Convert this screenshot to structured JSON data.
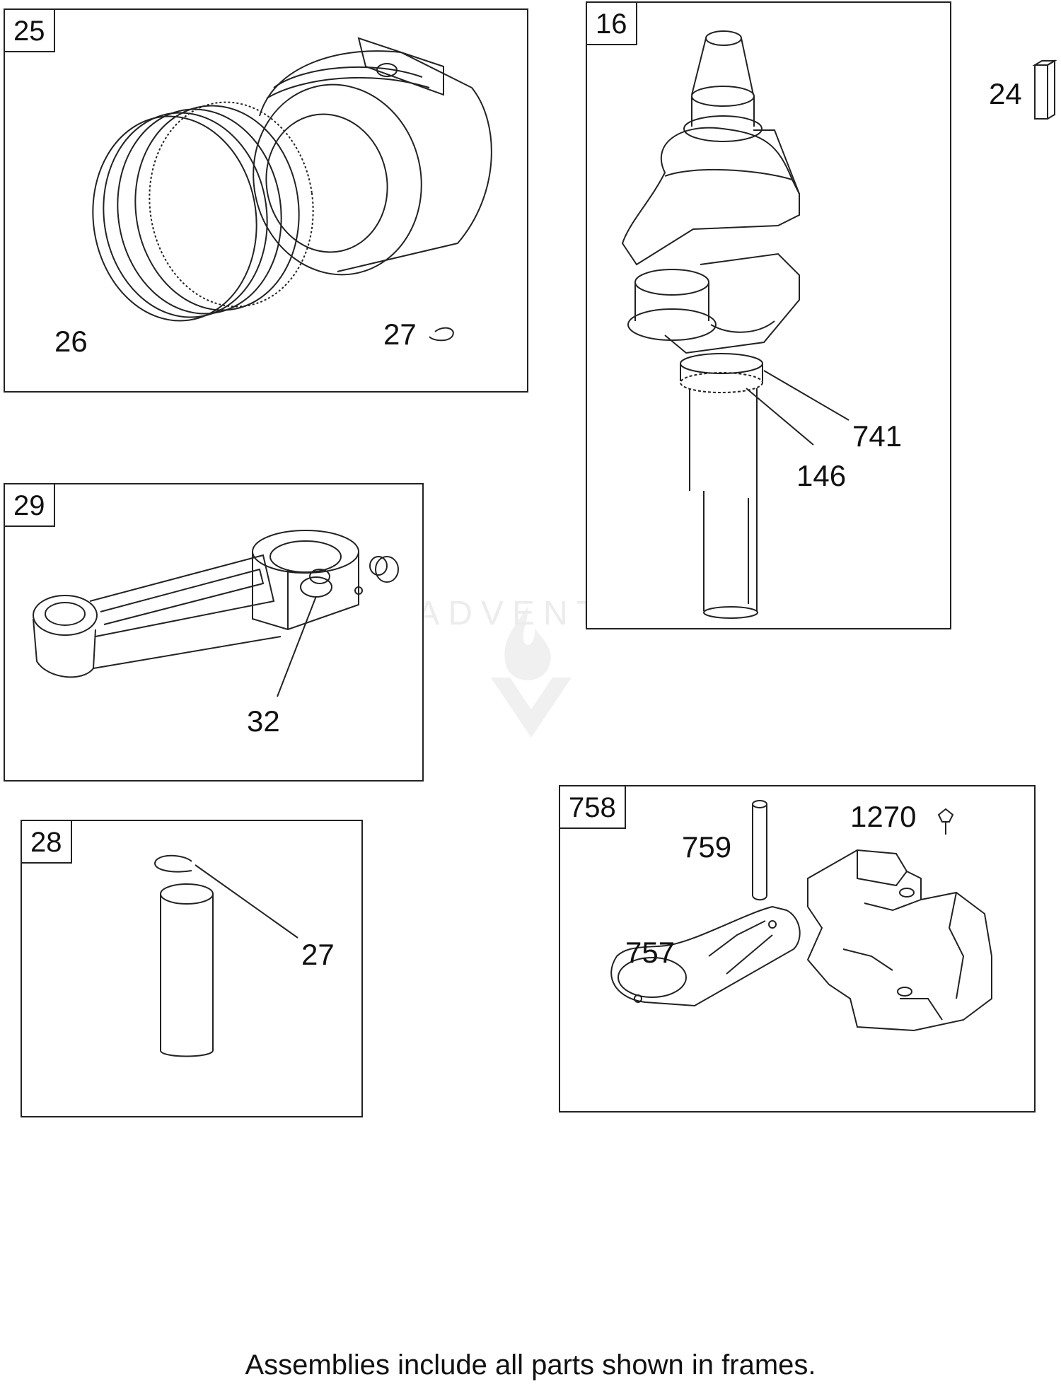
{
  "frames": {
    "piston": {
      "tag": "25",
      "rings_label": "26",
      "clip_label": "27"
    },
    "crankshaft": {
      "tag": "16",
      "gear_label": "741",
      "key_label": "146"
    },
    "connecting_rod": {
      "tag": "29",
      "bolt_label": "32"
    },
    "piston_pin": {
      "tag": "28",
      "retainer_label": "27"
    },
    "governor": {
      "tag": "758",
      "shaft_label": "759",
      "screw_label": "1270",
      "plate_label": "757"
    }
  },
  "loose_parts": {
    "key_label": "24"
  },
  "caption": "Assemblies include all parts shown in frames.",
  "watermark": "LEADVENTURE"
}
